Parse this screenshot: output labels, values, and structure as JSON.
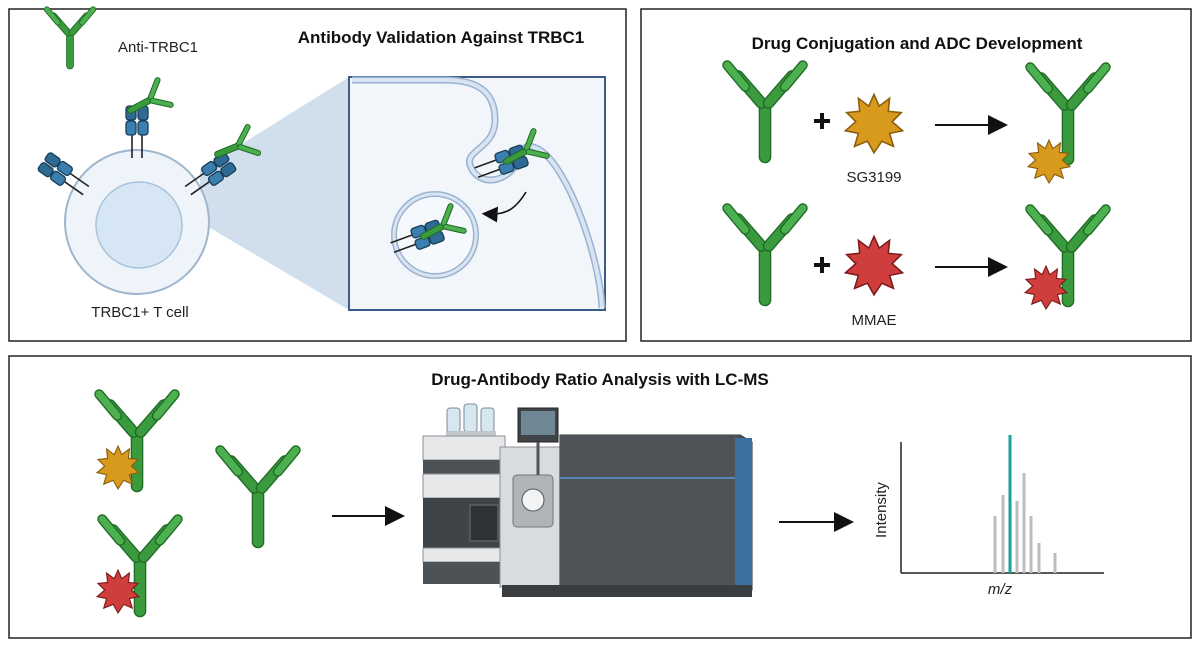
{
  "panels": {
    "validation": {
      "title": "Antibody Validation Against TRBC1",
      "legend_label": "Anti-TRBC1",
      "cell_label": "TRBC1+ T cell"
    },
    "conjugation": {
      "title": "Drug Conjugation and  ADC Development",
      "drug1_label": "SG3199",
      "drug2_label": "MMAE"
    },
    "dar": {
      "title": "Drug-Antibody Ratio Analysis with LC-MS",
      "spectrum_ylabel": "Intensity",
      "spectrum_xlabel": "m/z"
    }
  },
  "colors": {
    "antibody": "#3a9a3e",
    "receptor": "#2e6a94",
    "sg3199": "#d89a1c",
    "mmae": "#cf3d3d",
    "highlight_peak": "#16a39a",
    "peaks": "#bdbdbd"
  },
  "icons": [
    "antibody-icon",
    "receptor-icon",
    "drug-star-icon",
    "arrow-icon",
    "plus-icon",
    "lcms-instrument-icon"
  ]
}
